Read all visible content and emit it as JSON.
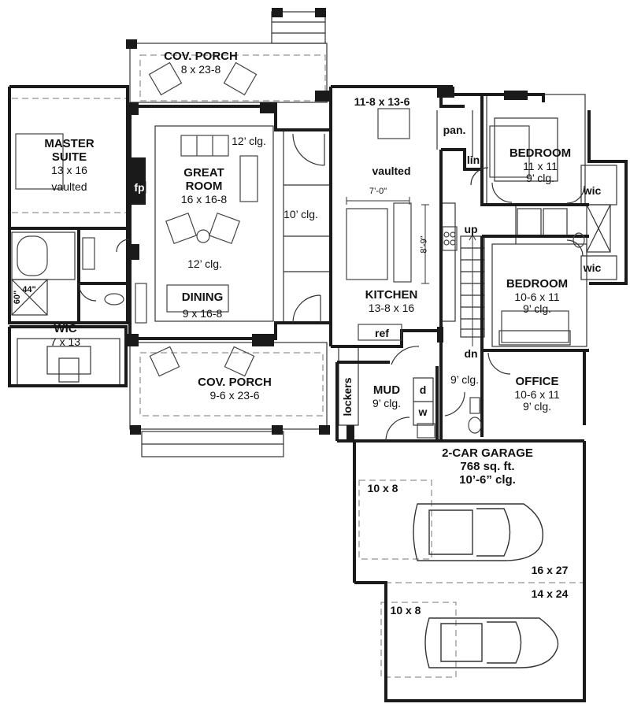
{
  "rooms": {
    "cov_porch_top": {
      "name": "COV. PORCH",
      "dim": "8 x 23-8"
    },
    "master_suite": {
      "name1": "MASTER",
      "name2": "SUITE",
      "dim": "13 x 16",
      "note": "vaulted"
    },
    "great_room": {
      "name1": "GREAT",
      "name2": "ROOM",
      "dim": "16 x 16-8",
      "clg_top": "12’ clg.",
      "clg_bottom": "12’ clg."
    },
    "fp": "fp",
    "hall_clg": "10’ clg.",
    "dining": {
      "name": "DINING",
      "dim": "9 x 16-8"
    },
    "wic_master": {
      "name": "WIC",
      "dim": "7 x 13"
    },
    "shower": {
      "w": "44\"",
      "h": "60\""
    },
    "cov_porch_bottom": {
      "name": "COV. PORCH",
      "dim": "9-6 x 23-6"
    },
    "breakfast": {
      "dim": "11-8 x 13-6",
      "note": "vaulted"
    },
    "island": {
      "w": "7’-0\"",
      "h": "8’-9\""
    },
    "kitchen": {
      "name": "KITCHEN",
      "dim": "13-8 x 16"
    },
    "pantry": "pan.",
    "linen": "lin",
    "ref": "ref",
    "stairs_up": "up",
    "stairs_down": "dn",
    "bedroom1": {
      "name": "BEDROOM",
      "dim": "11 x 11",
      "clg": "9’ clg."
    },
    "wic1": "wic",
    "wic2": "wic",
    "bedroom2": {
      "name": "BEDROOM",
      "dim": "10-6 x 11",
      "clg": "9’ clg."
    },
    "mud": {
      "name": "MUD",
      "clg": "9’ clg."
    },
    "lockers": "lockers",
    "dryer": "d",
    "washer": "w",
    "hall_clg2": "9’ clg.",
    "office": {
      "name": "OFFICE",
      "dim": "10-6 x 11",
      "clg": "9’ clg."
    },
    "garage": {
      "name": "2-CAR GARAGE",
      "area": "768 sq. ft.",
      "clg": "10’-6” clg.",
      "dim1": "16 x 27",
      "dim2": "14 x 24",
      "bay1": "10 x 8",
      "bay2": "10 x 8"
    }
  },
  "colors": {
    "wall": "#1a1a1a",
    "line": "#333333",
    "fixture": "#555555",
    "dash": "#777777"
  }
}
